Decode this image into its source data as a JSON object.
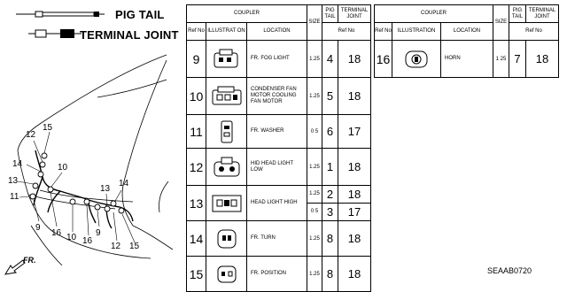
{
  "legend": {
    "pigtail_label": "PIG TAIL",
    "terminal_joint_label": "TERMINAL JOINT"
  },
  "table_headers": {
    "coupler": "COUPLER",
    "ref_no": "Ref No",
    "illustration_left": "ILLUSTRAT ON",
    "illustration_right": "ILLUSTRATION",
    "location": "LOCATION",
    "size": "SIZE",
    "pig_tail": "PIG TAIL",
    "terminal_joint": "TERMINAL JOINT",
    "ref_no_2": "Ref No"
  },
  "left_table_rows": [
    {
      "ref": "9",
      "location": "FR. FOG LIGHT",
      "size": "1.25",
      "pig_tail": "4",
      "terminal_joint": "18"
    },
    {
      "ref": "10",
      "location": "CONDENSER FAN MOTOR COOLING FAN MOTOR",
      "size": "1.25",
      "pig_tail": "5",
      "terminal_joint": "18"
    },
    {
      "ref": "11",
      "location": "FR. WASHER",
      "size": "0 5",
      "pig_tail": "6",
      "terminal_joint": "17"
    },
    {
      "ref": "12",
      "location": "HID HEAD LIGHT LOW",
      "size": "1.25",
      "pig_tail": "1",
      "terminal_joint": "18"
    },
    {
      "ref": "13",
      "location": "HEAD LIGHT HIGH",
      "size": "1.25",
      "pig_tail": "2",
      "terminal_joint": "18",
      "size_2": "0 5",
      "pig_tail_2": "3",
      "terminal_joint_2": "17"
    },
    {
      "ref": "14",
      "location": "FR. TURN",
      "size": "1.25",
      "pig_tail": "8",
      "terminal_joint": "18"
    },
    {
      "ref": "15",
      "location": "FR. POSITION",
      "size": "1.25",
      "pig_tail": "8",
      "terminal_joint": "18"
    }
  ],
  "right_table_rows": [
    {
      "ref": "16",
      "location": "HORN",
      "size": "1 25",
      "pig_tail": "7",
      "terminal_joint": "18"
    }
  ],
  "callouts": [
    "15",
    "12",
    "14",
    "13",
    "10",
    "11",
    "9",
    "16",
    "10",
    "16",
    "13",
    "14",
    "9",
    "12",
    "15"
  ],
  "fr_label": "FR.",
  "diagram_code": "SEAAB0720"
}
